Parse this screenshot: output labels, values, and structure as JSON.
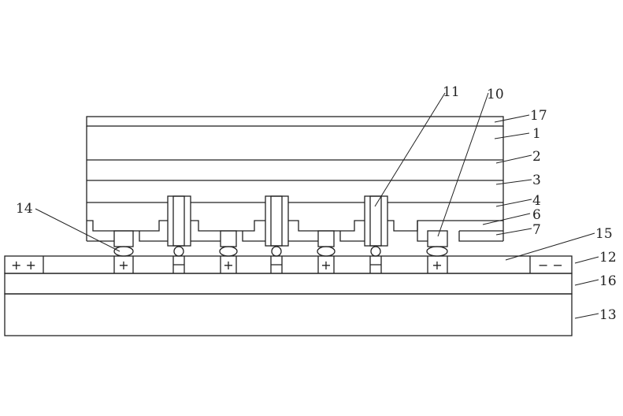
{
  "labels": {
    "l1": "1",
    "l2": "2",
    "l3": "3",
    "l4": "4",
    "l6": "6",
    "l7": "7",
    "l10": "10",
    "l11": "11",
    "l12": "12",
    "l13": "13",
    "l14": "14",
    "l15": "15",
    "l16": "16",
    "l17": "17"
  },
  "signs": {
    "left": "+ +",
    "right": "− −",
    "plus": "+"
  }
}
